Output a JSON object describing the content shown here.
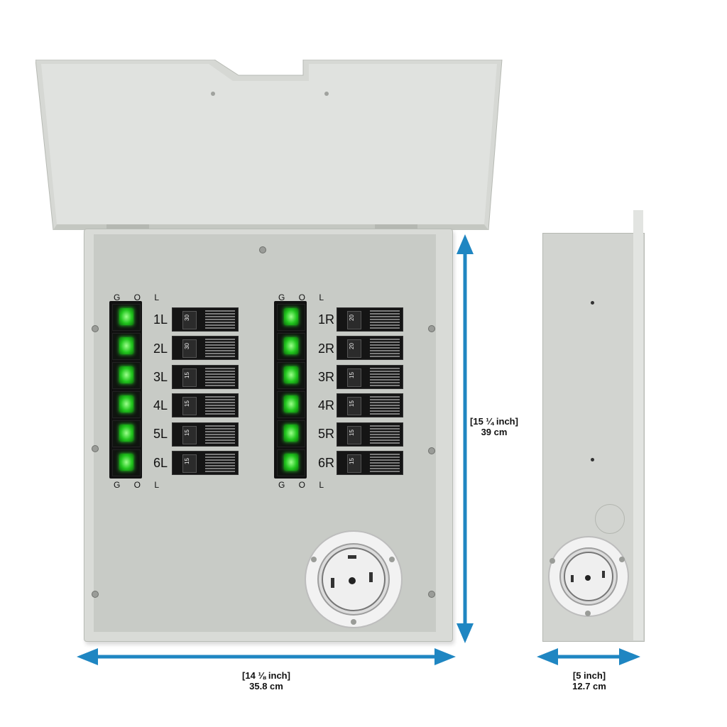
{
  "panel": {
    "group_labels": {
      "left_top": "G O L",
      "left_bottom": "G O L",
      "right_top": "G O L",
      "right_bottom": "G O L"
    },
    "left_rows": [
      {
        "label": "1L",
        "amp": "30"
      },
      {
        "label": "2L",
        "amp": "30"
      },
      {
        "label": "3L",
        "amp": "15"
      },
      {
        "label": "4L",
        "amp": "15"
      },
      {
        "label": "5L",
        "amp": "15"
      },
      {
        "label": "6L",
        "amp": "15"
      }
    ],
    "right_rows": [
      {
        "label": "1R",
        "amp": "20"
      },
      {
        "label": "2R",
        "amp": "20"
      },
      {
        "label": "3R",
        "amp": "15"
      },
      {
        "label": "4R",
        "amp": "15"
      },
      {
        "label": "5R",
        "amp": "15"
      },
      {
        "label": "6R",
        "amp": "15"
      }
    ]
  },
  "dimensions": {
    "height_inch": "[15 ¼ inch]",
    "height_cm": "39 cm",
    "width_inch": "[14 ⅛ inch]",
    "width_cm": "35.8 cm",
    "depth_inch": "[5 inch]",
    "depth_cm": "12.7 cm"
  },
  "colors": {
    "arrow": "#1f86c2",
    "indicator": "#22c61e",
    "enclosure": "#d9dbd7"
  },
  "icons": {
    "inlet": "power-inlet-icon",
    "toggle": "toggle-switch-icon",
    "breaker": "circuit-breaker-icon"
  }
}
